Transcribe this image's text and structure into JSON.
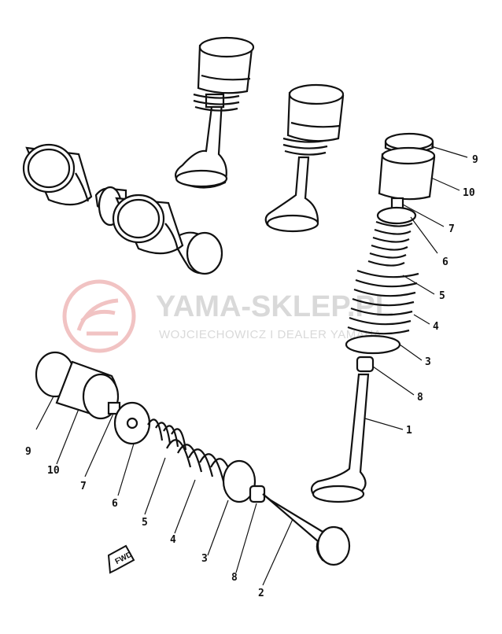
{
  "watermark": {
    "title": "YAMA-SKLEP.PL",
    "subtitle": "WOJCIECHOWICZ I DEALER YAMAHA",
    "color": "#f3c9c9"
  },
  "fwd_label": "FWD",
  "callouts": [
    {
      "id": "r9",
      "text": "9"
    },
    {
      "id": "r10",
      "text": "10"
    },
    {
      "id": "r7",
      "text": "7"
    },
    {
      "id": "r6",
      "text": "6"
    },
    {
      "id": "r5",
      "text": "5"
    },
    {
      "id": "r4",
      "text": "4"
    },
    {
      "id": "r3",
      "text": "3"
    },
    {
      "id": "r8",
      "text": "8"
    },
    {
      "id": "r1",
      "text": "1"
    },
    {
      "id": "b9",
      "text": "9"
    },
    {
      "id": "b10",
      "text": "10"
    },
    {
      "id": "b7",
      "text": "7"
    },
    {
      "id": "b6",
      "text": "6"
    },
    {
      "id": "b5",
      "text": "5"
    },
    {
      "id": "b4",
      "text": "4"
    },
    {
      "id": "b3",
      "text": "3"
    },
    {
      "id": "b8",
      "text": "8"
    },
    {
      "id": "b2",
      "text": "2"
    }
  ]
}
